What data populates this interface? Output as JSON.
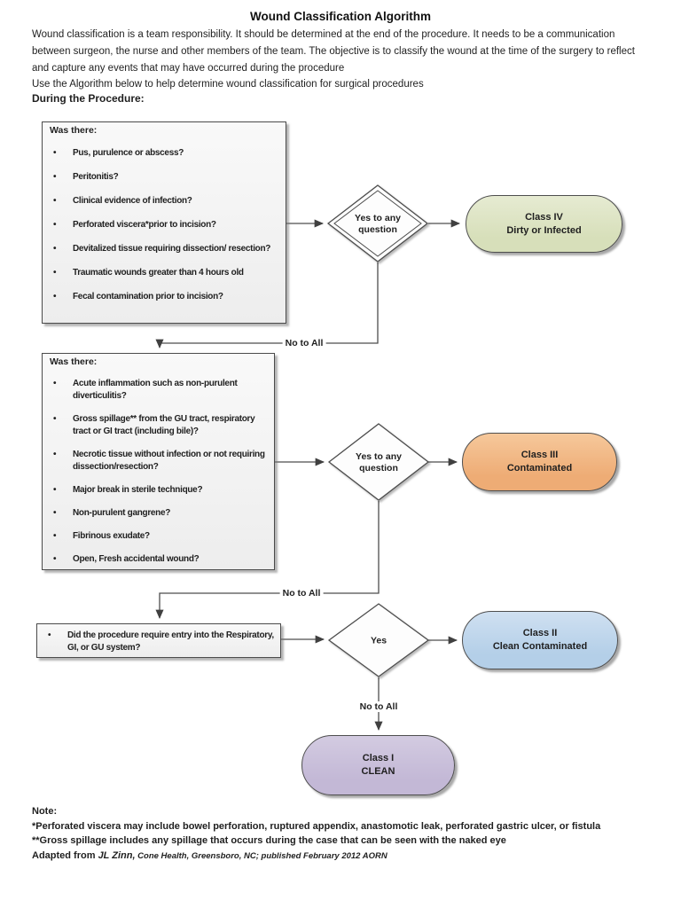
{
  "page": {
    "title": "Wound Classification Algorithm",
    "intro": "Wound classification is a team responsibility.  It should be determined at the end of the procedure.  It needs to be a communication between surgeon, the nurse and other members of the team.  The objective is to classify the wound at the time of the surgery to reflect and capture any events that may have occurred during the procedure",
    "instruction": "Use the Algorithm below to help determine wound classification for surgical procedures",
    "phase_heading": "During the Procedure:"
  },
  "flowchart": {
    "question_boxes": [
      {
        "heading": "Was there:",
        "items": [
          "Pus, purulence or abscess?",
          "Peritonitis?",
          "Clinical evidence of infection?",
          "Perforated viscera*prior to incision?",
          "Devitalized tissue requiring dissection/ resection?",
          "Traumatic wounds greater than 4 hours old",
          "Fecal contamination prior to incision?"
        ]
      },
      {
        "heading": "Was there:",
        "items": [
          "Acute inflammation such as non-purulent diverticulitis?",
          "Gross spillage** from the GU tract, respiratory tract or GI tract (including bile)?",
          "Necrotic tissue without infection or not requiring dissection/resection?",
          "Major break in sterile technique?",
          "Non-purulent gangrene?",
          "Fibrinous exudate?",
          "Open, Fresh accidental wound?"
        ]
      },
      {
        "heading": "",
        "items": [
          "Did the procedure require entry into the Respiratory, GI, or GU system?"
        ]
      }
    ],
    "decisions": [
      {
        "label": "Yes to any\nquestion"
      },
      {
        "label": "Yes to any\nquestion"
      },
      {
        "label": "Yes"
      }
    ],
    "outcomes": [
      {
        "class": "Class IV",
        "name": "Dirty or Infected",
        "fill": "#d9dfbc"
      },
      {
        "class": "Class III",
        "name": "Contaminated",
        "fill": "#f0b283"
      },
      {
        "class": "Class II",
        "name": "Clean Contaminated",
        "fill": "#b9d3ea"
      },
      {
        "class": "Class I",
        "name": "CLEAN",
        "fill": "#c6bcd9"
      }
    ],
    "edge_labels": [
      "No to All",
      "No to All",
      "No to All"
    ],
    "connector_color": "#4d4d4d"
  },
  "notes": {
    "heading": "Note:",
    "line1": "*Perforated viscera may include bowel perforation, ruptured appendix, anastomotic leak, perforated  gastric ulcer, or fistula",
    "line2": "**Gross spillage includes any spillage that occurs during the case that can be seen with the naked eye",
    "attribution_prefix": "Adapted from ",
    "attribution_author": "JL Zinn,",
    "attribution_details": " Cone Health, Greensboro, NC; published February 2012 AORN"
  }
}
